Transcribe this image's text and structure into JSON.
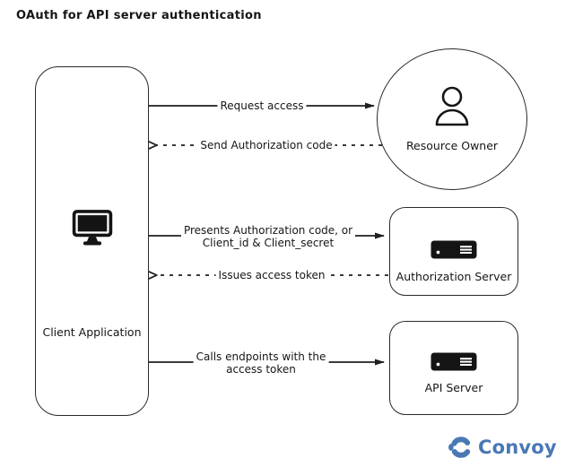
{
  "title": "OAuth for API server authentication",
  "nodes": {
    "client": {
      "label": "Client Application",
      "icon": "monitor-icon"
    },
    "resource_owner": {
      "label": "Resource Owner",
      "icon": "person-icon"
    },
    "auth_server": {
      "label": "Authorization Server",
      "icon": "server-icon"
    },
    "api_server": {
      "label": "API Server",
      "icon": "server-icon"
    }
  },
  "arrows": [
    {
      "from": "client",
      "to": "resource_owner",
      "style": "solid",
      "label": "Request access"
    },
    {
      "from": "resource_owner",
      "to": "client",
      "style": "dashed",
      "label": "Send Authorization code"
    },
    {
      "from": "client",
      "to": "auth_server",
      "style": "solid",
      "line1": "Presents Authorization code, or",
      "line2": "Client_id & Client_secret"
    },
    {
      "from": "auth_server",
      "to": "client",
      "style": "dashed",
      "label": "Issues access token"
    },
    {
      "from": "client",
      "to": "api_server",
      "style": "solid",
      "line1": "Calls endpoints with the",
      "line2": "access token"
    }
  ],
  "logo": {
    "text": "Convoy"
  },
  "colors": {
    "stroke": "#1f1f1f",
    "background": "#ffffff",
    "logo_blue": "#4a78b5"
  }
}
